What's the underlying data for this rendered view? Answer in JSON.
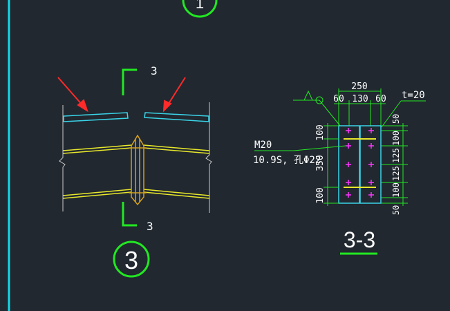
{
  "section_marks": {
    "top_number": "3",
    "bottom_number": "3"
  },
  "detail_circle": {
    "number": "3"
  },
  "top_partial_circle_number": "1",
  "section_view": {
    "title": "3-3",
    "plate_label": "t=20",
    "dims_top": {
      "overall": "250",
      "left": "60",
      "middle": "130",
      "right": "60"
    },
    "dims_left": [
      "100",
      "350",
      "100"
    ],
    "dims_right": [
      "50",
      "100",
      "125",
      "125",
      "100",
      "50"
    ],
    "bolt_spec": {
      "line1": "M20",
      "line2": "10.9S, 孔Φ22"
    }
  },
  "colors": {
    "background": "#212830",
    "beam": "#e8e82a",
    "stiffener": "#d4a020",
    "plate": "#3ad4e8",
    "bolt": "#ff36ff",
    "arrow": "#ff2a2a",
    "mark": "#22e822",
    "border": "#16d8e8"
  }
}
